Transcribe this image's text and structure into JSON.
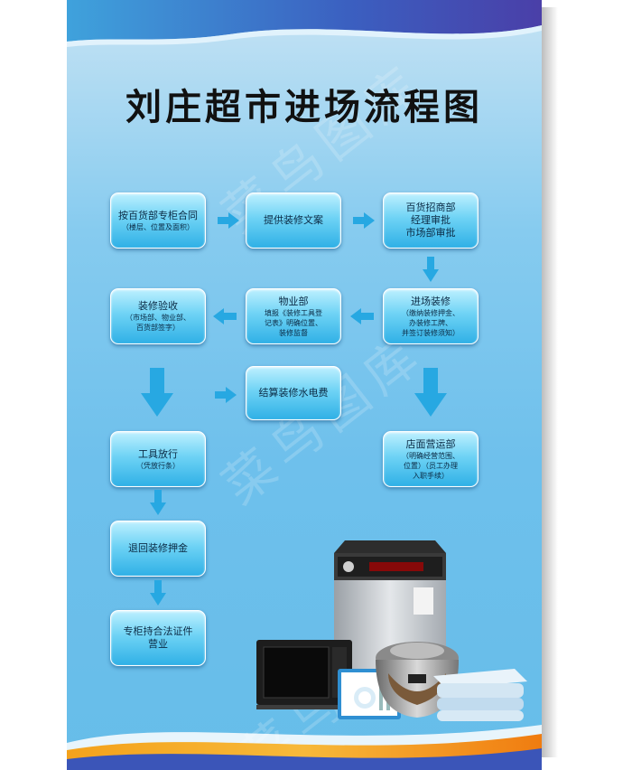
{
  "title": "刘庄超市进场流程图",
  "nodes": {
    "n1": {
      "title": "按百货部专柜合同",
      "sub": "（楼层、位置及面积）"
    },
    "n2": {
      "title": "提供装修文案"
    },
    "n3": {
      "title": "百货招商部\n经理审批\n市场部审批"
    },
    "n4": {
      "title": "进场装修",
      "sub": "（缴纳装修押金、\n办装修工牌、\n并签订装修须知）"
    },
    "n5": {
      "title": "物业部",
      "sub": "填报《装修工具登\n记表》明确位置、\n装修监督"
    },
    "n6": {
      "title": "装修验收",
      "sub": "（市场部、物业部、\n百货部签字）"
    },
    "n7": {
      "title": "结算装修水电费"
    },
    "n8": {
      "title": "店面营运部",
      "sub": "（明确经营范围、\n位置）（员工办理\n入职手续）"
    },
    "n9": {
      "title": "工具放行",
      "sub": "（凭放行条）"
    },
    "n10": {
      "title": "退回装修押金"
    },
    "n11": {
      "title": "专柜持合法证件\n营业"
    }
  },
  "colors": {
    "arrow": "#27a8e2",
    "node_top": "#bdf0ff",
    "node_bottom": "#2fb0e6",
    "band_dark": "#3f3fae",
    "band_orange": "#f29b1f"
  }
}
